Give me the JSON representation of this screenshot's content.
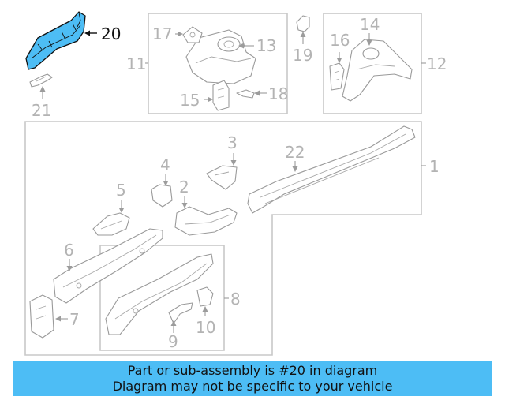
{
  "callouts": {
    "c1": "1",
    "c2": "2",
    "c3": "3",
    "c4": "4",
    "c5": "5",
    "c6": "6",
    "c7": "7",
    "c8": "8",
    "c9": "9",
    "c10": "10",
    "c11": "11",
    "c12": "12",
    "c13": "13",
    "c14": "14",
    "c15": "15",
    "c16": "16",
    "c17": "17",
    "c18": "18",
    "c19": "19",
    "c20": "20",
    "c21": "21",
    "c22": "22"
  },
  "highlighted_part": "20",
  "colors": {
    "highlight_fill": "#4dbdf5",
    "banner_bg": "#4dbdf5",
    "outline": "#9a9a9a"
  },
  "banner": {
    "line1": "Part or sub-assembly is #20 in diagram",
    "line2": "Diagram may not be specific to your vehicle"
  }
}
